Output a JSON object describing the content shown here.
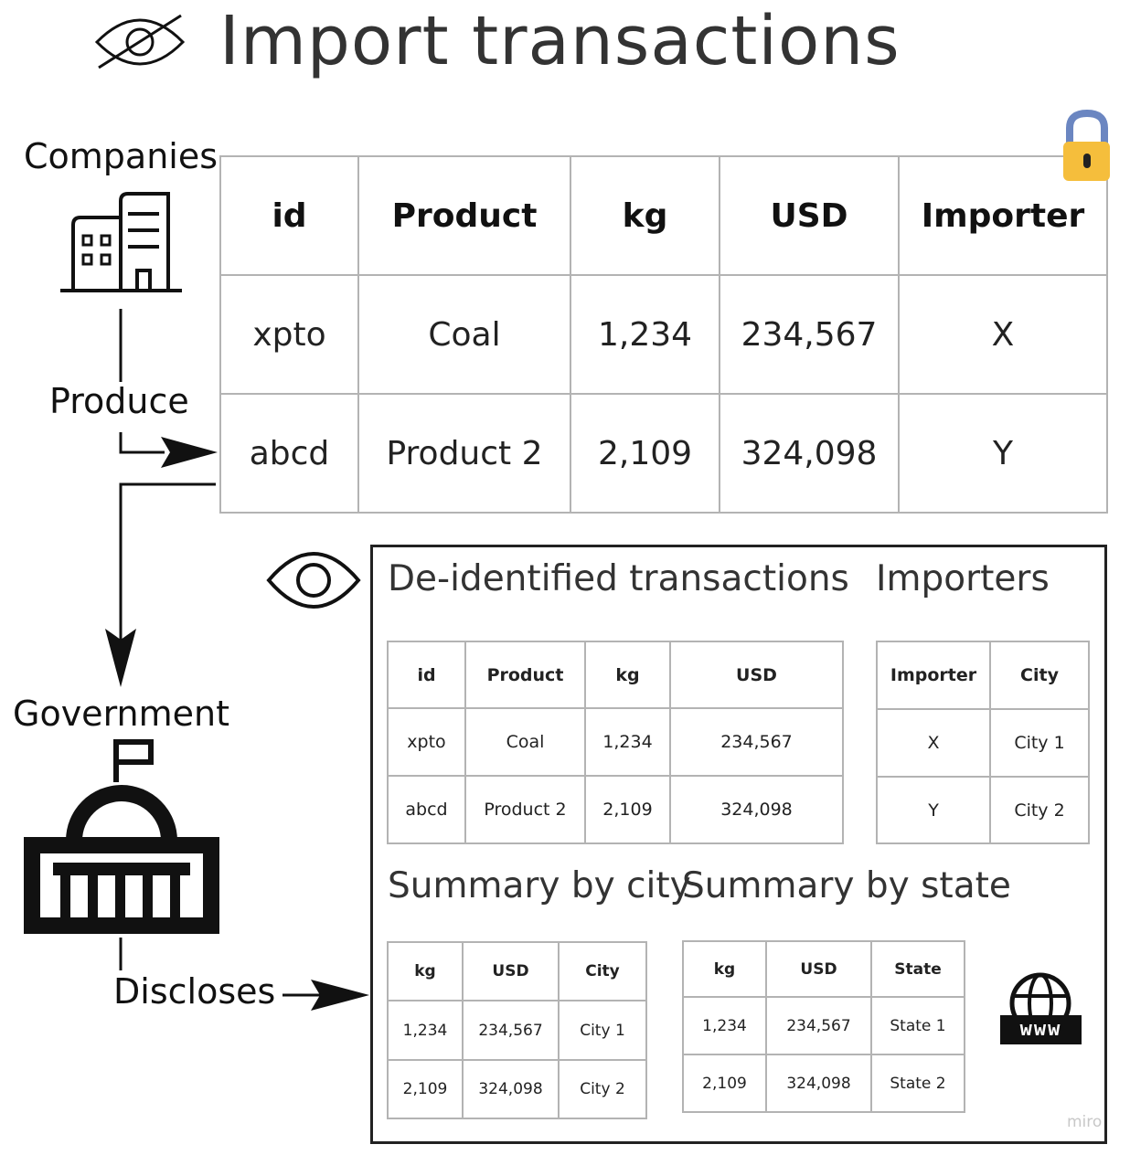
{
  "title": "Import transactions",
  "labels": {
    "companies": "Companies",
    "produce": "Produce",
    "government": "Government",
    "discloses": "Discloses"
  },
  "icons": {
    "hidden": "eye-slash-icon",
    "visible": "eye-icon",
    "companies": "office-building-icon",
    "government": "capitol-building-icon",
    "lock": "padlock-icon",
    "web": "globe-www-icon"
  },
  "transactions": {
    "headers": [
      "id",
      "Product",
      "kg",
      "USD",
      "Importer"
    ],
    "rows": [
      [
        "xpto",
        "Coal",
        "1,234",
        "234,567",
        "X"
      ],
      [
        "abcd",
        "Product 2",
        "2,109",
        "324,098",
        "Y"
      ]
    ]
  },
  "deidentified": {
    "title": "De-identified transactions",
    "headers": [
      "id",
      "Product",
      "kg",
      "USD"
    ],
    "rows": [
      [
        "xpto",
        "Coal",
        "1,234",
        "234,567"
      ],
      [
        "abcd",
        "Product 2",
        "2,109",
        "324,098"
      ]
    ]
  },
  "importers": {
    "title": "Importers",
    "headers": [
      "Importer",
      "City"
    ],
    "rows": [
      [
        "X",
        "City 1"
      ],
      [
        "Y",
        "City 2"
      ]
    ]
  },
  "summary_city": {
    "title": "Summary by city",
    "headers": [
      "kg",
      "USD",
      "City"
    ],
    "rows": [
      [
        "1,234",
        "234,567",
        "City 1"
      ],
      [
        "2,109",
        "324,098",
        "City 2"
      ]
    ]
  },
  "summary_state": {
    "title": "Summary by state",
    "headers": [
      "kg",
      "USD",
      "State"
    ],
    "rows": [
      [
        "1,234",
        "234,567",
        "State 1"
      ],
      [
        "2,109",
        "324,098",
        "State 2"
      ]
    ]
  },
  "web_label": "www",
  "watermark": "miro",
  "colors": {
    "lock_body": "#f5be3c",
    "lock_shackle": "#6b86c1",
    "grid": "#b3b3b3",
    "ink": "#111111"
  }
}
